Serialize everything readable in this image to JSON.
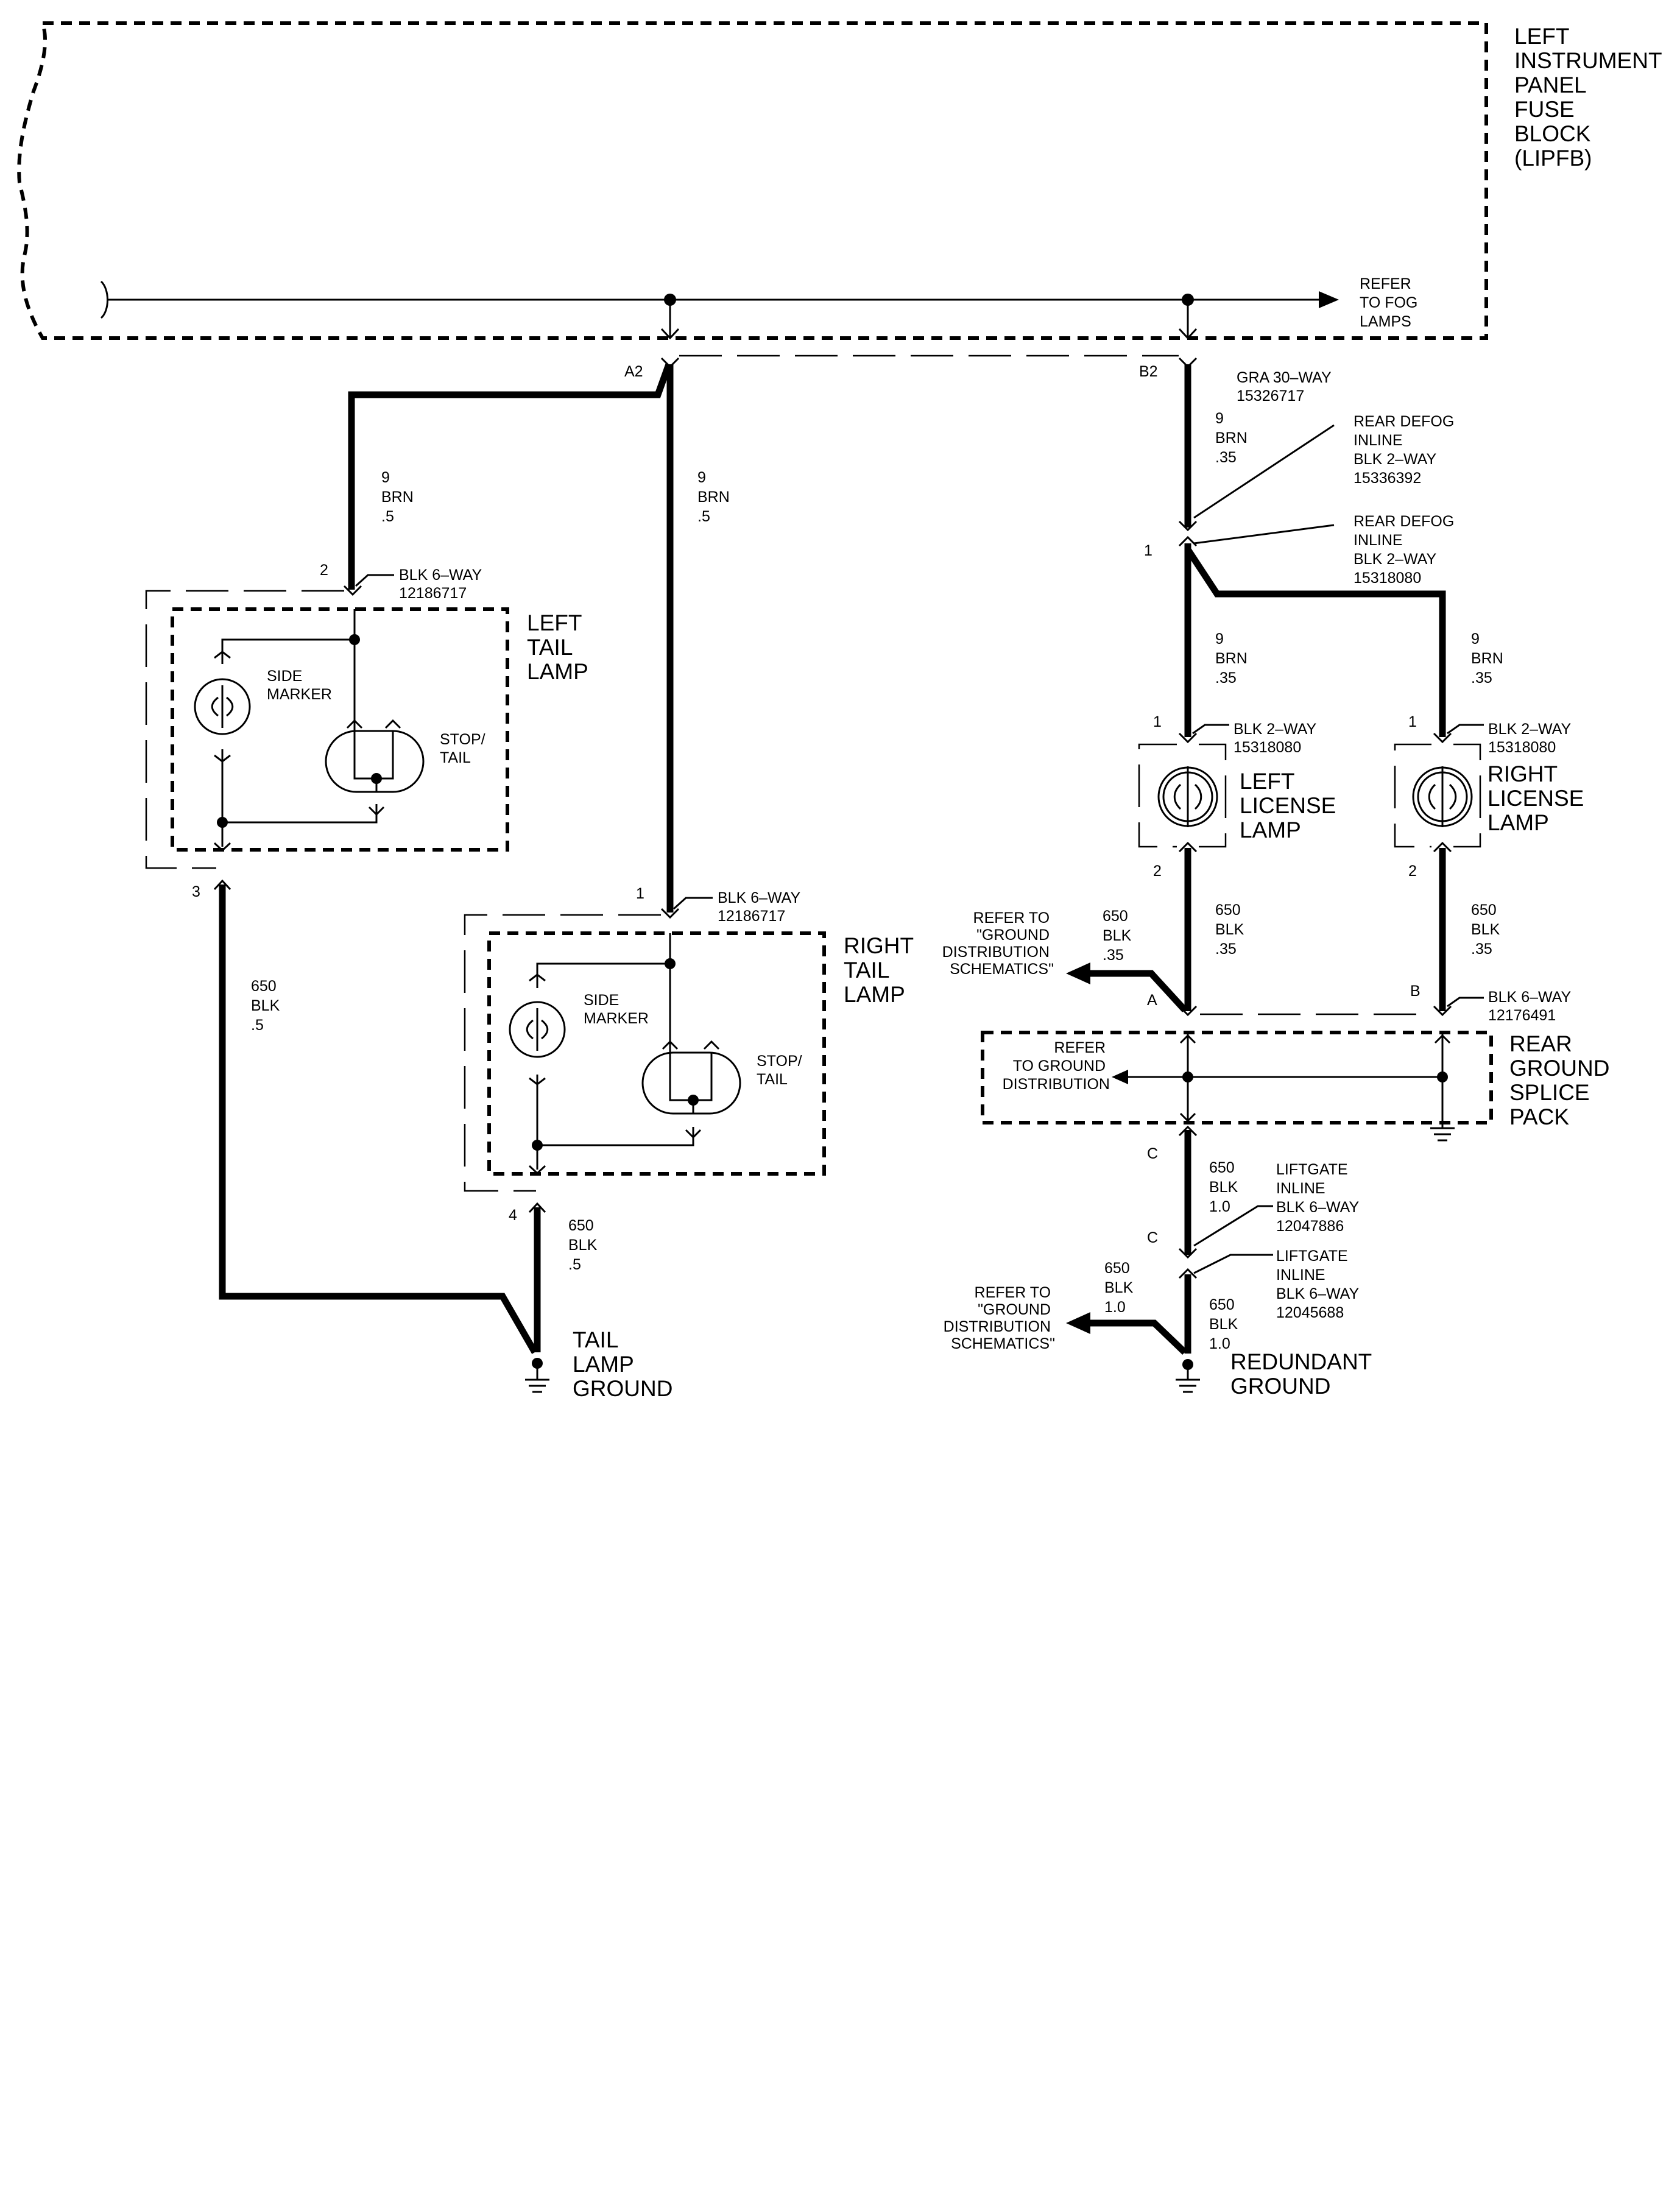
{
  "fuse_block": {
    "label": [
      "LEFT",
      "INSTRUMENT",
      "PANEL",
      "FUSE",
      "BLOCK",
      "(LIPFB)"
    ]
  },
  "fog_ref": [
    "REFER",
    "TO FOG",
    "LAMPS"
  ],
  "pins": {
    "a2": "A2",
    "b2": "B2",
    "lt_2": "2",
    "lt_3": "3",
    "rt_1": "1",
    "rt_4": "4",
    "defog_1": "1",
    "ll_1": "1",
    "ll_2": "2",
    "rl_1": "1",
    "rl_2": "2",
    "splice_a": "A",
    "splice_b": "B",
    "lift_c1": "C",
    "lift_c2": "C"
  },
  "connectors": {
    "gra": [
      "GRA 30–WAY",
      "15326717"
    ],
    "defog_inline_1": [
      "REAR DEFOG",
      "INLINE",
      "BLK 2–WAY",
      "15336392"
    ],
    "defog_inline_2": [
      "REAR DEFOG",
      "INLINE",
      "BLK 2–WAY",
      "15318080"
    ],
    "left_tail": [
      "BLK 6–WAY",
      "12186717"
    ],
    "right_tail": [
      "BLK 6–WAY",
      "12186717"
    ],
    "left_license": [
      "BLK 2–WAY",
      "15318080"
    ],
    "right_license": [
      "BLK 2–WAY",
      "15318080"
    ],
    "splice": [
      "BLK 6–WAY",
      "12176491"
    ],
    "liftgate_1": [
      "LIFTGATE",
      "INLINE",
      "BLK 6–WAY",
      "12047886"
    ],
    "liftgate_2": [
      "LIFTGATE",
      "INLINE",
      "BLK 6–WAY",
      "12045688"
    ]
  },
  "wires": {
    "w_lt": [
      "9",
      "BRN",
      ".5"
    ],
    "w_rt": [
      "9",
      "BRN",
      ".5"
    ],
    "w_top_right": [
      "9",
      "BRN",
      ".35"
    ],
    "w_ll": [
      "9",
      "BRN",
      ".35"
    ],
    "w_rl": [
      "9",
      "BRN",
      ".35"
    ],
    "w_lt_gnd": [
      "650",
      "BLK",
      ".5"
    ],
    "w_rt_gnd": [
      "650",
      "BLK",
      ".5"
    ],
    "w_ll_gnd": [
      "650",
      "BLK",
      ".35"
    ],
    "w_rl_gnd": [
      "650",
      "BLK",
      ".35"
    ],
    "w_gnd_ref": [
      "650",
      "BLK",
      ".35"
    ],
    "w_lift_1": [
      "650",
      "BLK",
      "1.0"
    ],
    "w_lift_2": [
      "650",
      "BLK",
      "1.0"
    ],
    "w_red_ref": [
      "650",
      "BLK",
      "1.0"
    ]
  },
  "components": {
    "left_tail_lamp": [
      "LEFT",
      "TAIL",
      "LAMP"
    ],
    "right_tail_lamp": [
      "RIGHT",
      "TAIL",
      "LAMP"
    ],
    "side_marker_l": [
      "SIDE",
      "MARKER"
    ],
    "side_marker_r": [
      "SIDE",
      "MARKER"
    ],
    "stop_tail_l": [
      "STOP/",
      "TAIL"
    ],
    "stop_tail_r": [
      "STOP/",
      "TAIL"
    ],
    "left_license_lamp": [
      "LEFT",
      "LICENSE",
      "LAMP"
    ],
    "right_license_lamp": [
      "RIGHT",
      "LICENSE",
      "LAMP"
    ],
    "splice_pack": [
      "REAR",
      "GROUND",
      "SPLICE",
      "PACK"
    ],
    "tail_lamp_ground": [
      "TAIL",
      "LAMP",
      "GROUND"
    ],
    "redundant_ground": [
      "REDUNDANT",
      "GROUND"
    ]
  },
  "refs": {
    "ground_ref_1": [
      "REFER TO",
      "\"GROUND",
      "DISTRIBUTION",
      "SCHEMATICS\""
    ],
    "ground_ref_2": [
      "REFER TO",
      "\"GROUND",
      "DISTRIBUTION",
      "SCHEMATICS\""
    ],
    "ground_dist": [
      "REFER",
      "TO GROUND",
      "DISTRIBUTION"
    ]
  }
}
